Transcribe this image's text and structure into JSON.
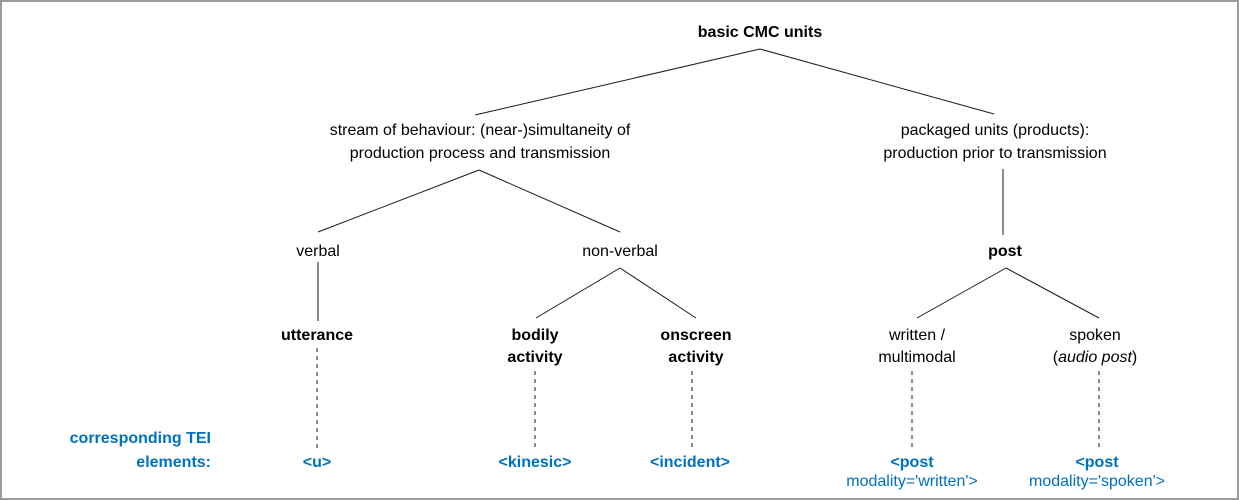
{
  "colors": {
    "accent_blue": "#0070C0",
    "line_black": "#1a1a1a",
    "frame_gray": "#9b9b9b"
  },
  "tree": {
    "root": "basic CMC units",
    "stream_branch": {
      "line1": "stream of behaviour: (near-)simultaneity of",
      "line2": "production process and transmission"
    },
    "packaged_branch": {
      "line1": "packaged units (products):",
      "line2": "production prior to transmission"
    },
    "verbal": "verbal",
    "nonverbal": "non-verbal",
    "post": "post",
    "utterance": "utterance",
    "bodily": {
      "line1": "bodily",
      "line2": "activity"
    },
    "onscreen": {
      "line1": "onscreen",
      "line2": "activity"
    },
    "written": {
      "line1": "written /",
      "line2": "multimodal"
    },
    "spoken": {
      "line1": "spoken",
      "line2_open": "(",
      "line2_italic": "audio post",
      "line2_close": ")"
    }
  },
  "tei_row": {
    "caption_line1": "corresponding TEI",
    "caption_line2": "elements:",
    "u": "<u>",
    "kinesic": "<kinesic>",
    "incident": "<incident>",
    "post_written": {
      "element": "<post",
      "attribute": "modality='written'>"
    },
    "post_spoken": {
      "element": "<post",
      "attribute": "modality='spoken'>"
    }
  }
}
